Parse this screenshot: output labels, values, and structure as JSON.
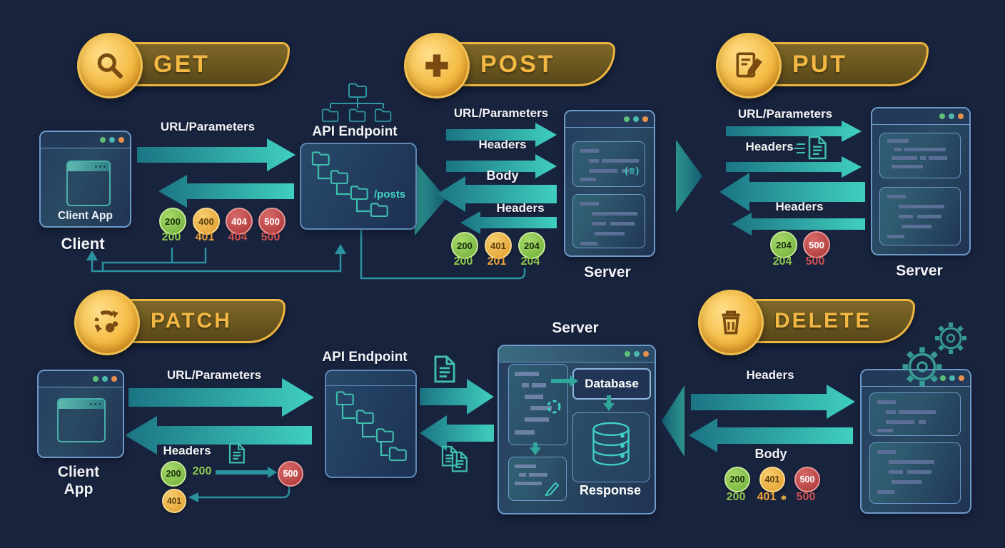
{
  "colors": {
    "background": "#18233e",
    "accent_gold": "#f3b844",
    "banner_fill": "#6e5a1f",
    "teal": "#2fa79b",
    "window_border": "#6d9ac9",
    "code_line": "#5c6f96",
    "status_green": "#76b043",
    "status_amber": "#eca93a",
    "status_red": "#bf4040",
    "text_light": "#f2f4f8"
  },
  "get": {
    "method": "GET",
    "request_label": "URL/Parameters",
    "client_window_label": "Client App",
    "client_label": "Client",
    "endpoint_title": "API Endpoint",
    "endpoint_path": "/posts",
    "statuses": [
      {
        "badge": "200",
        "label": "200"
      },
      {
        "badge": "400",
        "label": "401"
      },
      {
        "badge": "404",
        "label": "404"
      },
      {
        "badge": "500",
        "label": "500"
      }
    ]
  },
  "post": {
    "method": "POST",
    "request_label_1": "URL/Parameters",
    "request_label_2": "Headers",
    "response_label_1": "Body",
    "response_label_2": "Headers",
    "server_label": "Server",
    "server_json_icon": "(≡)",
    "statuses": [
      {
        "badge": "200",
        "label": "200"
      },
      {
        "badge": "401",
        "label": "201"
      },
      {
        "badge": "204",
        "label": "204"
      }
    ]
  },
  "put": {
    "method": "PUT",
    "request_label_1": "URL/Parameters",
    "request_label_2": "Headers",
    "response_label": "Headers",
    "server_label": "Server",
    "statuses": [
      {
        "badge": "204",
        "label": "204"
      },
      {
        "badge": "500",
        "label": "500"
      }
    ]
  },
  "patch": {
    "method": "PATCH",
    "request_label": "URL/Parameters",
    "headers_label": "Headers",
    "client_label_line1": "Client",
    "client_label_line2": "App",
    "endpoint_title": "API Endpoint",
    "status_ok_badge": "200",
    "status_ok_label": "200",
    "status_error_badge": "500",
    "status_auth_badge": "401"
  },
  "server_panel": {
    "title": "Server",
    "database_label": "Database",
    "response_label": "Response"
  },
  "delete": {
    "method": "DELETE",
    "request_label": "Headers",
    "response_label": "Body",
    "statuses": [
      {
        "badge": "200",
        "label": "200"
      },
      {
        "badge": "401",
        "label": "401"
      },
      {
        "badge": "500",
        "label": "500"
      }
    ]
  }
}
